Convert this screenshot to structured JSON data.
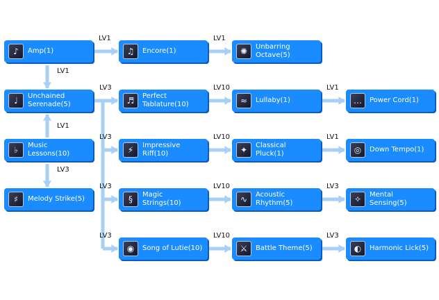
{
  "skills": [
    {
      "id": "amp",
      "name": "Amp(1)",
      "icon": "amp-icon",
      "glyph": "♪"
    },
    {
      "id": "encore",
      "name": "Encore(1)",
      "icon": "encore-icon",
      "glyph": "♫"
    },
    {
      "id": "unbarring_octave",
      "name": "Unbarring Octave(5)",
      "icon": "octave-icon",
      "glyph": "✺"
    },
    {
      "id": "unchained_serenade",
      "name": "Unchained\nSerenade(5)",
      "icon": "serenade-icon",
      "glyph": "♩"
    },
    {
      "id": "perfect_tablature",
      "name": "Perfect\nTablature(10)",
      "icon": "tablature-icon",
      "glyph": "♬"
    },
    {
      "id": "lullaby",
      "name": "Lullaby(1)",
      "icon": "lullaby-icon",
      "glyph": "≈"
    },
    {
      "id": "power_cord",
      "name": "Power Cord(1)",
      "icon": "power-cord-icon",
      "glyph": "…"
    },
    {
      "id": "music_lessons",
      "name": "Music\nLessons(10)",
      "icon": "music-lessons-icon",
      "glyph": "♭"
    },
    {
      "id": "impressive_riff",
      "name": "Impressive\nRiff(10)",
      "icon": "riff-icon",
      "glyph": "⚡"
    },
    {
      "id": "classical_pluck",
      "name": "Classical\nPluck(1)",
      "icon": "pluck-icon",
      "glyph": "✦"
    },
    {
      "id": "down_tempo",
      "name": "Down Tempo(1)",
      "icon": "down-tempo-icon",
      "glyph": "◎"
    },
    {
      "id": "melody_strike",
      "name": "Melody Strike(5)",
      "icon": "melody-strike-icon",
      "glyph": "♯"
    },
    {
      "id": "magic_strings",
      "name": "Magic\nStrings(10)",
      "icon": "magic-strings-icon",
      "glyph": "§"
    },
    {
      "id": "acoustic_rhythm",
      "name": "Acoustic\nRhythm(5)",
      "icon": "acoustic-rhythm-icon",
      "glyph": "∿"
    },
    {
      "id": "mental_sensing",
      "name": "Mental\nSensing(5)",
      "icon": "mental-sensing-icon",
      "glyph": "✧"
    },
    {
      "id": "song_of_lutie",
      "name": "Song of Lutie(10)",
      "icon": "lutie-icon",
      "glyph": "◉"
    },
    {
      "id": "battle_theme",
      "name": "Battle Theme(5)",
      "icon": "battle-theme-icon",
      "glyph": "⚔"
    },
    {
      "id": "harmonic_lick",
      "name": "Harmonic Lick(5)",
      "icon": "harmonic-lick-icon",
      "glyph": "◐"
    }
  ],
  "links": [
    {
      "from": "amp",
      "to": "encore",
      "label": "LV1"
    },
    {
      "from": "encore",
      "to": "unbarring_octave",
      "label": "LV1"
    },
    {
      "from": "amp",
      "to": "unchained_serenade",
      "label": "LV1"
    },
    {
      "from": "music_lessons",
      "to": "unchained_serenade",
      "label": "LV1"
    },
    {
      "from": "music_lessons",
      "to": "melody_strike",
      "label": "LV3"
    },
    {
      "from": "unchained_serenade",
      "to": "perfect_tablature",
      "label": "LV3"
    },
    {
      "from": "unchained_serenade",
      "to": "impressive_riff",
      "label": "LV3"
    },
    {
      "from": "unchained_serenade",
      "to": "magic_strings",
      "label": "LV3"
    },
    {
      "from": "unchained_serenade",
      "to": "song_of_lutie",
      "label": "LV3"
    },
    {
      "from": "perfect_tablature",
      "to": "lullaby",
      "label": "LV10"
    },
    {
      "from": "lullaby",
      "to": "power_cord",
      "label": "LV1"
    },
    {
      "from": "impressive_riff",
      "to": "classical_pluck",
      "label": "LV10"
    },
    {
      "from": "classical_pluck",
      "to": "down_tempo",
      "label": "LV1"
    },
    {
      "from": "magic_strings",
      "to": "acoustic_rhythm",
      "label": "LV10"
    },
    {
      "from": "acoustic_rhythm",
      "to": "mental_sensing",
      "label": "LV3"
    },
    {
      "from": "song_of_lutie",
      "to": "battle_theme",
      "label": "LV10"
    },
    {
      "from": "battle_theme",
      "to": "harmonic_lick",
      "label": "LV3"
    }
  ],
  "colors": {
    "node": "#1a8cff",
    "node_shadow": "#0a5cc0",
    "connector": "#a8cff5",
    "node_text": "#ffffff",
    "label_text": "#111111"
  }
}
